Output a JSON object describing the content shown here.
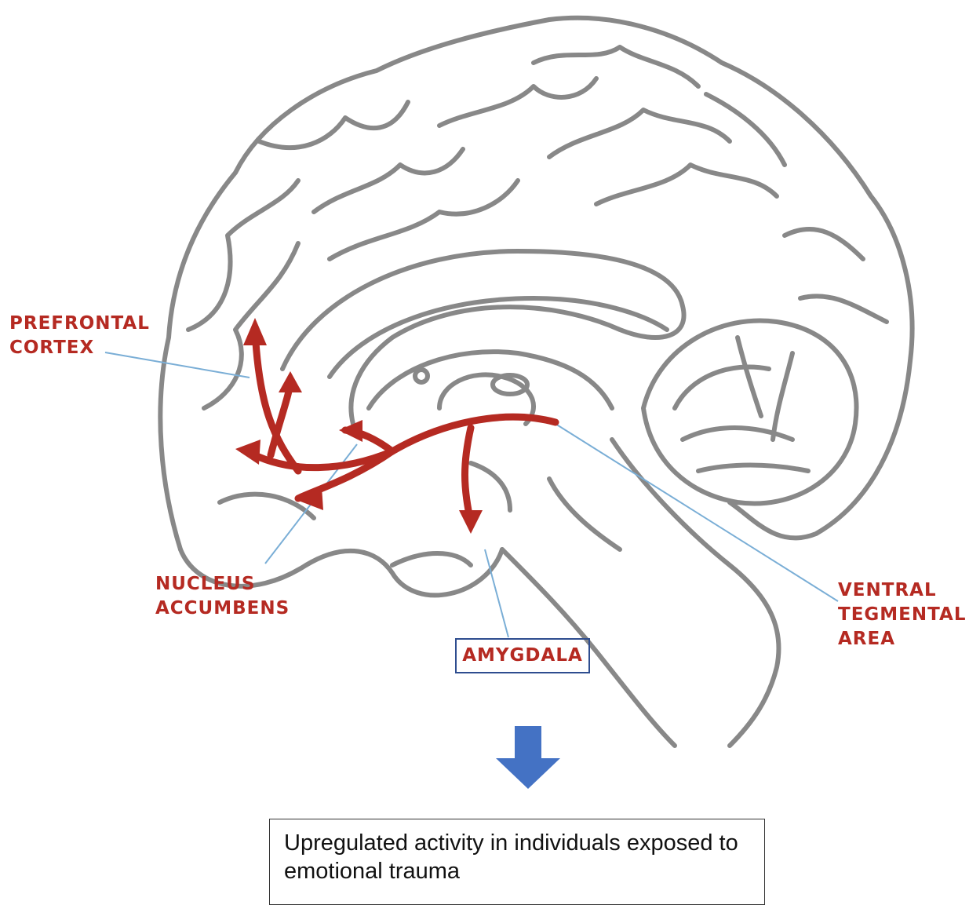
{
  "labels": {
    "prefrontal_cortex": [
      "PREFRONTAL",
      "CORTEX"
    ],
    "nucleus_accumbens": [
      "NUCLEUS",
      "ACCUMBENS"
    ],
    "ventral_tegmental_area": [
      "VENTRAL",
      "TEGMENTAL",
      "AREA"
    ],
    "amygdala": "AMYGDALA"
  },
  "caption": "Upregulated activity in individuals exposed to emotional trauma",
  "colors": {
    "outline": "#888888",
    "pathway": "#b52a22",
    "leader_line": "#7aaed6",
    "down_arrow": "#4472c4",
    "amygdala_box": "#2e4d8f"
  }
}
